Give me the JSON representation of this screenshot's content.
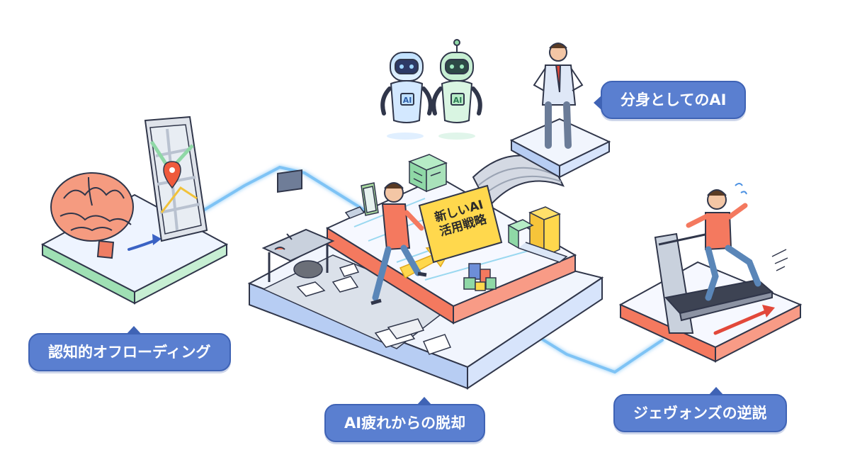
{
  "labels": {
    "cognitive_offloading": "認知的オフローディング",
    "ai_as_alter_ego": "分身としてのAI",
    "escape_ai_fatigue": "AI疲れからの脱却",
    "jevons_paradox": "ジェヴォンズの逆説"
  },
  "sign": {
    "line1": "新しいAI",
    "line2": "活用戦略"
  },
  "robots": {
    "left_chip": "AI",
    "right_chip": "AI"
  },
  "colors": {
    "label_bg": "#5a7fd0",
    "connector": "#7ec3f5",
    "accent_orange": "#f4795f",
    "accent_green": "#8fd8a6",
    "sign_yellow": "#ffd84d"
  }
}
